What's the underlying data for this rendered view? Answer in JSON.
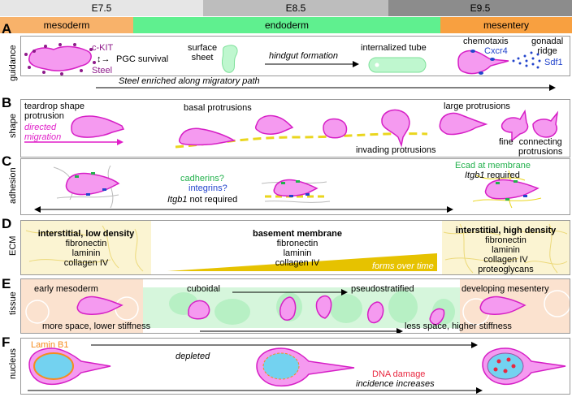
{
  "colors": {
    "mesoderm": "#f8b26a",
    "endoderm": "#5ff08f",
    "mesentery": "#f8a040",
    "cell": "#f59af0",
    "cell_stroke": "#d61fc6",
    "ecm_yellow": "#ead61e",
    "band1": "#e6e6e6",
    "band2": "#bdbdbd",
    "band3": "#8c8c8c",
    "green_marker": "#22b14c",
    "blue_marker": "#2244cc",
    "red_marker": "#e8273f",
    "orange_lamin": "#f58c1e"
  },
  "timeline": {
    "e75": "E7.5",
    "e85": "E8.5",
    "e95": "E9.5"
  },
  "tissues": {
    "mesoderm": "mesoderm",
    "endoderm": "endoderm",
    "mesentery": "mesentery"
  },
  "panels": {
    "a": {
      "letter": "A",
      "side": "guidance",
      "ckit": "c-KIT",
      "pgc": "PGC survival",
      "steel": "Steel",
      "surface": "surface\nsheet",
      "hindgut": "hindgut formation",
      "tube": "internalized tube",
      "chemotaxis": "chemotaxis",
      "cxcr4": "Cxcr4",
      "gonadal": "gonadal\nridge",
      "sdf1": "Sdf1",
      "steel_path": "Steel enriched along migratory path"
    },
    "b": {
      "letter": "B",
      "side": "shape",
      "teardrop": "teardrop shape\nprotrusion",
      "directed": "directed\nmigration",
      "basal": "basal protrusions",
      "large": "large protrusions",
      "invading": "invading protrusions",
      "fine": "fine",
      "connecting": "connecting\nprotrusions"
    },
    "c": {
      "letter": "C",
      "side": "adhesion",
      "cadherins": "cadherins?",
      "integrins": "integrins?",
      "itgb1_not_i": "Itgb1",
      "itgb1_not_r": " not required",
      "ecad": "Ecad at membrane",
      "itgb1_req_i": "Itgb1",
      "itgb1_req_r": " required"
    },
    "d": {
      "letter": "D",
      "side": "ECM",
      "left_title": "interstitial, low density",
      "left_items": "fibronectin\nlaminin\ncollagen IV",
      "mid_title": "basement membrane",
      "mid_items": "fibronectin\nlaminin\ncollagen IV",
      "forms": "forms over time",
      "right_title": "interstitial, high density",
      "right_items": "fibronectin\nlaminin\ncollagen IV\nproteoglycans"
    },
    "e": {
      "letter": "E",
      "side": "tissue",
      "early": "early mesoderm",
      "cuboidal": "cuboidal",
      "pseudo": "pseudostratified",
      "developing": "developing mesentery",
      "more": "more space, lower stiffness",
      "less": "less space, higher stiffness"
    },
    "f": {
      "letter": "F",
      "side": "nucleus",
      "lamin": "Lamin B1",
      "depleted": "depleted",
      "dna": "DNA damage",
      "incidence": "incidence increases"
    }
  }
}
